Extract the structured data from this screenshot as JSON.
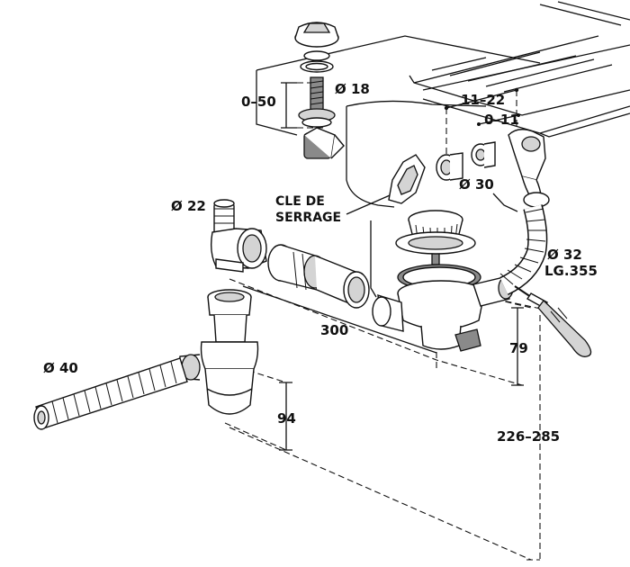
{
  "labels": {
    "dia_40": "Ø 40",
    "dia_22": "Ø 22",
    "dia_18": "Ø 18",
    "dia_30": "Ø 30",
    "dia_32": "Ø 32",
    "length_355": "LG.355",
    "range_0_50": "0–50",
    "range_11_22": "11–22",
    "range_0_11": "0–11",
    "dim_300": "300",
    "dim_79": "79",
    "dim_94": "94",
    "range_226_285": "226–285",
    "key_line1": "CLE DE",
    "key_line2": "SERRAGE"
  },
  "colors": {
    "line": "#111111",
    "fill_light": "#d4d4d4",
    "fill_dark": "#8a8a8a"
  }
}
